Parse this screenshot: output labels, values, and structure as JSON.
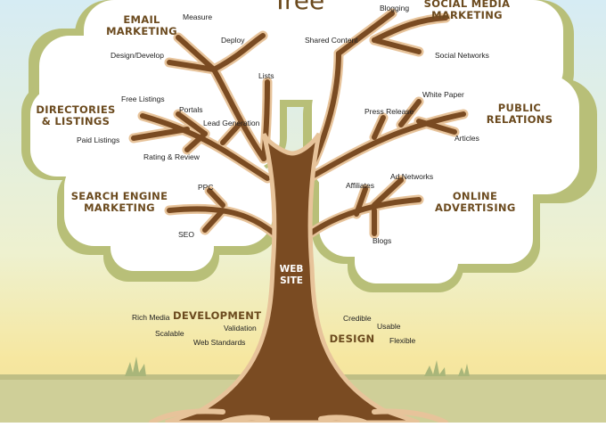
{
  "title": "Tree",
  "categories": {
    "email": [
      "EMAIL",
      "MARKETING"
    ],
    "social": [
      "SOCIAL MEDIA",
      "MARKETING"
    ],
    "directories": [
      "DIRECTORIES",
      "& LISTINGS"
    ],
    "public": [
      "PUBLIC",
      "RELATIONS"
    ],
    "search": [
      "SEARCH ENGINE",
      "MARKETING"
    ],
    "online": [
      "ONLINE",
      "ADVERTISING"
    ],
    "development": [
      "DEVELOPMENT"
    ],
    "design": [
      "DESIGN"
    ]
  },
  "trunk_label": [
    "WEB",
    "SITE"
  ],
  "labels": {
    "measure": "Measure",
    "deploy": "Deploy",
    "design_develop": "Design/Develop",
    "lists": "Lists",
    "shared_content": "Shared Content",
    "blogging": "Blogging",
    "social_networks": "Social Networks",
    "free_listings": "Free Listings",
    "portals": "Portals",
    "lead_generation": "Lead Generation",
    "paid_listings": "Paid Listings",
    "rating_review": "Rating & Review",
    "press_release": "Press Release",
    "white_paper": "White Paper",
    "articles": "Articles",
    "ppc": "PPC",
    "seo": "SEO",
    "affiliates": "Affiliates",
    "ad_networks": "Ad Networks",
    "blogs": "Blogs",
    "rich_media": "Rich Media",
    "validation": "Validation",
    "scalable": "Scalable",
    "web_standards": "Web Standards",
    "credible": "Credible",
    "usable": "Usable",
    "flexible": "Flexible"
  },
  "colors": {
    "sky_top": "#d9eef5",
    "sky_bottom": "#f3e7a0",
    "ground": "#c9c98e",
    "canopy_shadow": "#b9c07a",
    "canopy": "#ffffff",
    "trunk": "#7a4b22",
    "branch_outline": "#e8c39b",
    "text_brown": "#6b4a1e"
  }
}
